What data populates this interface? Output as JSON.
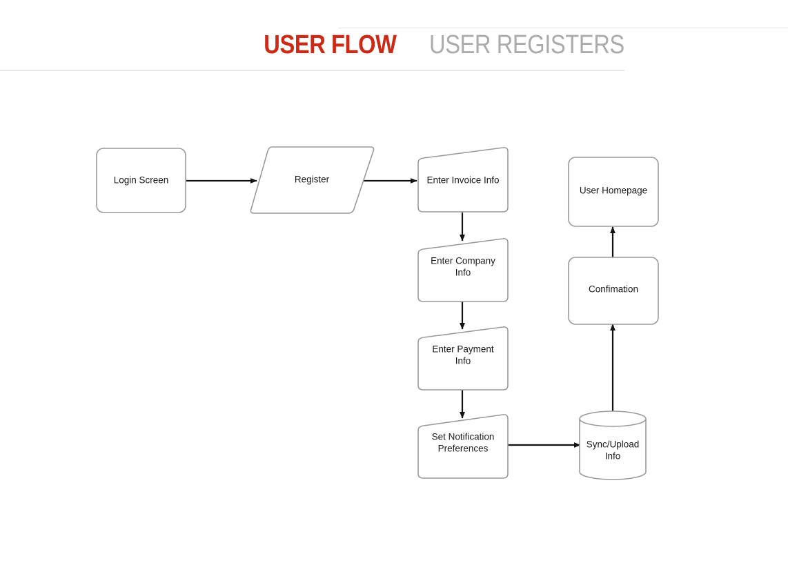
{
  "header": {
    "title_strong": "USER FLOW",
    "title_light": "USER REGISTERS",
    "accent_color": "#CC2A16",
    "muted_color": "#ABABAB",
    "rule_color": "#E6E6E6"
  },
  "diagram": {
    "type": "flowchart",
    "node_stroke_color": "#9A9A9A",
    "node_fill_color": "#FFFFFF",
    "connector_color": "#111111",
    "nodes": [
      {
        "id": "login-screen",
        "label": "Login Screen",
        "shape": "rounded-rectangle"
      },
      {
        "id": "register",
        "label": "Register",
        "shape": "parallelogram"
      },
      {
        "id": "invoice-info",
        "label": "Enter Invoice Info",
        "shape": "card"
      },
      {
        "id": "company-info",
        "label_line1": "Enter Company",
        "label_line2": "Info",
        "shape": "card"
      },
      {
        "id": "payment-info",
        "label_line1": "Enter Payment",
        "label_line2": "Info",
        "shape": "card"
      },
      {
        "id": "notifications",
        "label_line1": "Set Notification",
        "label_line2": "Preferences",
        "shape": "card"
      },
      {
        "id": "sync-upload",
        "label_line1": "Sync/Upload",
        "label_line2": "Info",
        "shape": "cylinder"
      },
      {
        "id": "confirmation",
        "label": "Confimation",
        "shape": "rounded-rectangle"
      },
      {
        "id": "user-homepage",
        "label": "User Homepage",
        "shape": "rounded-rectangle"
      }
    ],
    "edges": [
      {
        "from": "login-screen",
        "to": "register",
        "direction": "right"
      },
      {
        "from": "register",
        "to": "invoice-info",
        "direction": "right"
      },
      {
        "from": "invoice-info",
        "to": "company-info",
        "direction": "down"
      },
      {
        "from": "company-info",
        "to": "payment-info",
        "direction": "down"
      },
      {
        "from": "payment-info",
        "to": "notifications",
        "direction": "down"
      },
      {
        "from": "notifications",
        "to": "sync-upload",
        "direction": "right"
      },
      {
        "from": "sync-upload",
        "to": "confirmation",
        "direction": "up"
      },
      {
        "from": "confirmation",
        "to": "user-homepage",
        "direction": "up"
      }
    ]
  }
}
